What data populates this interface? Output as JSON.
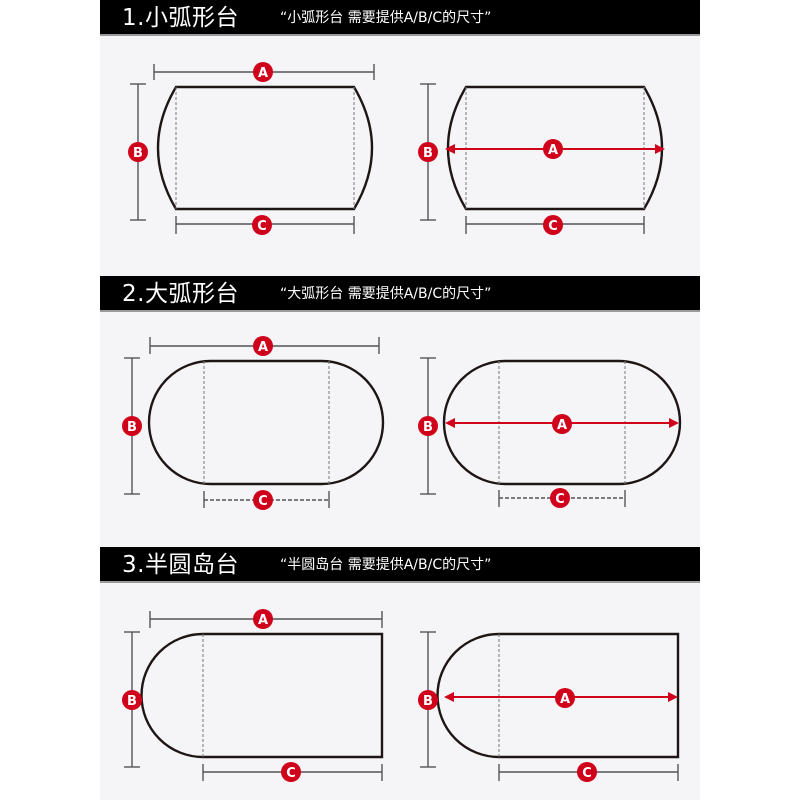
{
  "colors": {
    "header_bg": "#000000",
    "header_text": "#ffffff",
    "panel_bg": "#f5f5f8",
    "outline": "#1e1614",
    "dimension_line": "#555555",
    "accent_red": "#d0021b"
  },
  "sections": [
    {
      "title": "1.小弧形台",
      "note": "“小弧形台 需要提供A/B/C的尺寸”",
      "shape": "small-arc-table",
      "diagrams": [
        {
          "labels": {
            "a": "A",
            "b": "B",
            "c": "C"
          },
          "a_position": "top-external"
        },
        {
          "labels": {
            "a": "A",
            "b": "B",
            "c": "C"
          },
          "a_position": "internal-arrow"
        }
      ]
    },
    {
      "title": "2.大弧形台",
      "note": "“大弧形台 需要提供A/B/C的尺寸”",
      "shape": "large-arc-table",
      "diagrams": [
        {
          "labels": {
            "a": "A",
            "b": "B",
            "c": "C"
          },
          "a_position": "top-external"
        },
        {
          "labels": {
            "a": "A",
            "b": "B",
            "c": "C"
          },
          "a_position": "internal-arrow"
        }
      ]
    },
    {
      "title": "3.半圆岛台",
      "note": "“半圆岛台 需要提供A/B/C的尺寸”",
      "shape": "half-round-island",
      "diagrams": [
        {
          "labels": {
            "a": "A",
            "b": "B",
            "c": "C"
          },
          "a_position": "top-external"
        },
        {
          "labels": {
            "a": "A",
            "b": "B",
            "c": "C"
          },
          "a_position": "internal-arrow"
        }
      ]
    }
  ]
}
